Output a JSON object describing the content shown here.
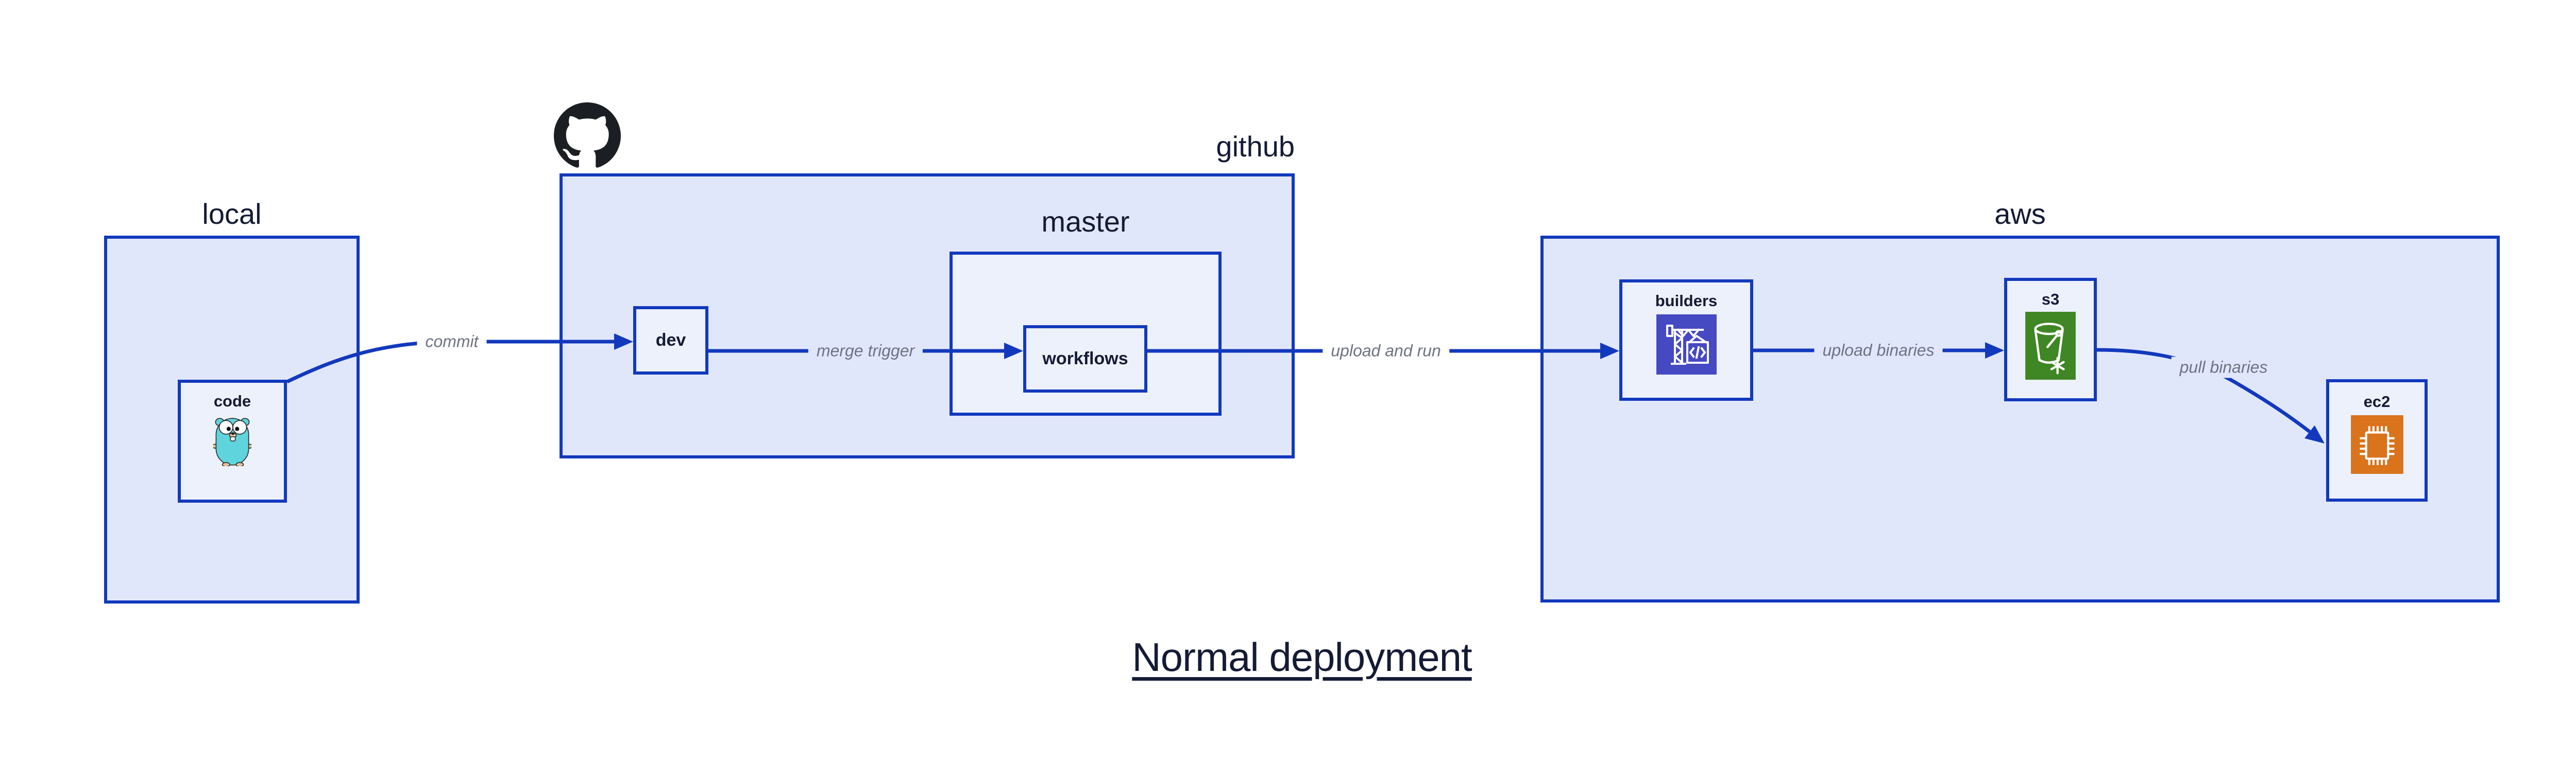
{
  "title": "Normal deployment",
  "groups": {
    "local": {
      "label": "local"
    },
    "github": {
      "label": "github"
    },
    "master": {
      "label": "master"
    },
    "aws": {
      "label": "aws"
    }
  },
  "nodes": {
    "code": {
      "label": "code",
      "icon": "go-gopher-icon"
    },
    "dev": {
      "label": "dev"
    },
    "workflows": {
      "label": "workflows"
    },
    "builders": {
      "label": "builders",
      "icon": "codebuild-crane-icon"
    },
    "s3": {
      "label": "s3",
      "icon": "s3-glacier-bucket-icon"
    },
    "ec2": {
      "label": "ec2",
      "icon": "ec2-chip-icon"
    }
  },
  "edges": {
    "commit": {
      "label": "commit"
    },
    "merge_trigger": {
      "label": "merge trigger"
    },
    "upload_and_run": {
      "label": "upload and run"
    },
    "upload_binaries": {
      "label": "upload binaries"
    },
    "pull_binaries": {
      "label": "pull binaries"
    }
  },
  "icons": {
    "github_logo": "github-octocat-icon"
  },
  "colors": {
    "canvas": "#ffffff",
    "box_border": "#1239bd",
    "group_fill": "#e1e7fb",
    "node_fill": "#edf1fc",
    "arrow": "#1239bd",
    "label_dark": "#151b35",
    "edge_gray": "#6e7382",
    "builders_bg": "#4549c2",
    "s3_bg": "#3f8624",
    "ec2_bg": "#d9731c",
    "gopher": "#5fd4dd",
    "octocat": "#1b1f23"
  }
}
